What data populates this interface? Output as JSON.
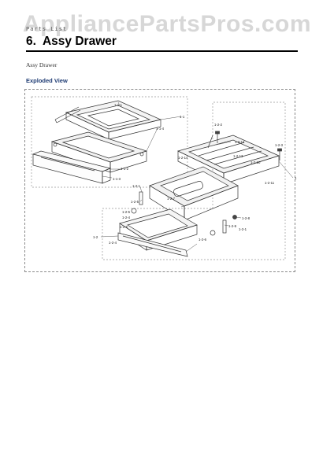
{
  "watermark": "AppliancePartsPros.com",
  "breadcrumb": "Parts List",
  "section": {
    "number": "6.",
    "title": "Assy Drawer"
  },
  "subtitle": "Assy Drawer",
  "view_label": "Exploded View",
  "callouts": {
    "c_1_1": "1-1",
    "c_1_1_1": "1-1-1",
    "c_1_1_2": "1-1-2",
    "c_1_1_3": "1-1-3",
    "c_1_1_4": "1-1-4",
    "c_1_2_2": "1-2-2",
    "c_1_2_3": "1-2-3",
    "c_1_2_10": "1-2-10",
    "c_1_2_11": "1-2-11",
    "c_1_2_12": "1-2-12",
    "c_1_2_13": "1-2-13",
    "c_1_2_14": "1-2-14",
    "c_1": "1",
    "c_1_2_1a": "1-2-1",
    "c_1_2_5a": "1-2-5",
    "c_1_2_7": "1-2-7",
    "c_1_2_5b": "1-2-5",
    "c_1_2_4a": "1-2-4",
    "c_1_2_6a": "1-2-6",
    "c_1_2_6b": "1-2-6",
    "c_1_2_8": "1-2-8",
    "c_1_2_9": "1-2-9",
    "c_1_2_1b": "1-2-1",
    "c_1_2": "1-2",
    "c_1_2_4b": "1-2-4"
  }
}
